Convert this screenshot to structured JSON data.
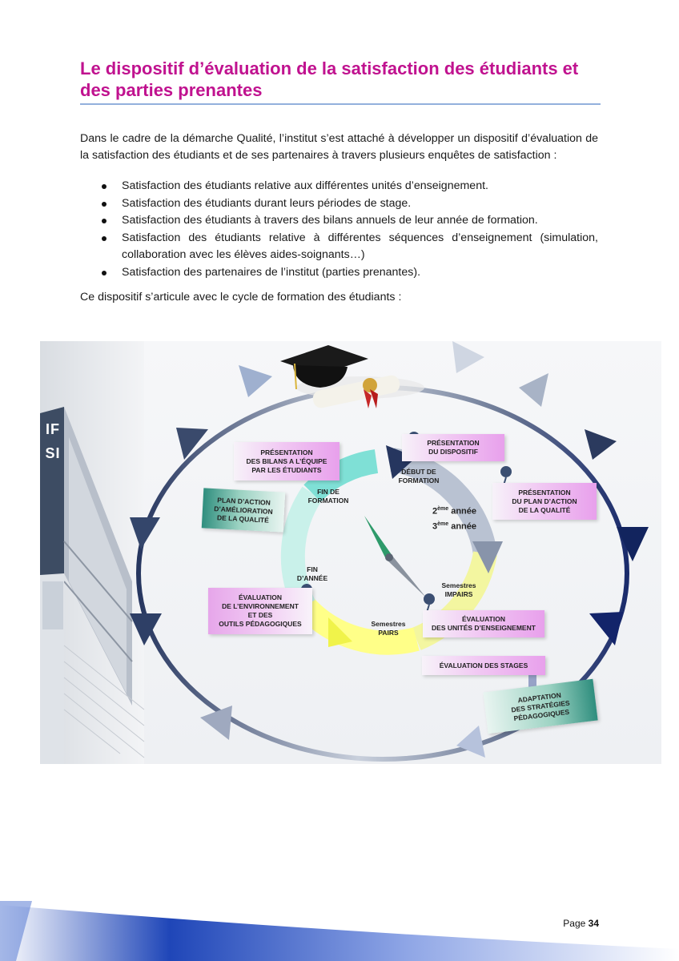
{
  "title": "Le dispositif d’évaluation de la satisfaction des étudiants et des parties prenantes",
  "intro": "Dans le cadre de la démarche Qualité, l’institut s’est attaché à développer un dispositif d’évaluation de la satisfaction des étudiants et de ses partenaires à travers plusieurs enquêtes de satisfaction :",
  "bullets": [
    "Satisfaction des étudiants relative aux différentes unités d’enseignement.",
    "Satisfaction des étudiants durant leurs périodes de stage.",
    "Satisfaction des étudiants à travers des bilans annuels de leur année de formation.",
    "Satisfaction des étudiants relative à différentes séquences d’enseignement (simulation, collaboration avec les élèves aides-soignants…)",
    "Satisfaction des partenaires de l’institut (parties prenantes)."
  ],
  "outro": "Ce dispositif s’articule avec le cycle de formation des étudiants :",
  "diagram": {
    "building_sign": "IFSI",
    "cards": {
      "presentation_bilans": [
        "PRÉSENTATION",
        "DES BILANS A L’ÉQUIPE",
        "PAR LES ÉTUDIANTS"
      ],
      "presentation_dispositif": [
        "PRÉSENTATION",
        "DU DISPOSITIF"
      ],
      "plan_action_amelioration": [
        "PLAN D’ACTION",
        "D’AMÉLIORATION",
        "DE LA QUALITÉ"
      ],
      "presentation_plan_action": [
        "PRÉSENTATION",
        "DU PLAN D’ACTION",
        "DE LA QUALITÉ"
      ],
      "evaluation_environnement": [
        "ÉVALUATION",
        "DE L’ENVIRONNEMENT",
        "ET DES",
        "OUTILS PÉDAGOGIQUES"
      ],
      "evaluation_ue": [
        "ÉVALUATION",
        "DES UNITÉS D’ENSEIGNEMENT"
      ],
      "evaluation_stages": [
        "ÉVALUATION DES STAGES"
      ],
      "adaptation": [
        "ADAPTATION",
        "DES STRATÉGIES",
        "PÉDAGOGIQUES"
      ]
    },
    "labels": {
      "debut_formation": [
        "DÉBUT DE",
        "FORMATION"
      ],
      "fin_formation": [
        "FIN DE",
        "FORMATION"
      ],
      "fin_annee": [
        "FIN",
        "D’ANNÉE"
      ],
      "annee2": "2",
      "annee2_sup": "ème",
      "annee2_word": " année",
      "annee3": "3",
      "annee3_sup": "ème",
      "annee3_word": " année",
      "semestres_impairs": [
        "Semestres",
        "IMPAIRS"
      ],
      "semestres_pairs": [
        "Semestres",
        "PAIRS"
      ]
    }
  },
  "footer": {
    "page_label": "Page",
    "page_number": "34"
  },
  "colors": {
    "title": "#c0128f",
    "rule": "#93b0dc",
    "card_pink": "#e8a0ec",
    "card_teal": "#2f8e7e",
    "arrow_navy": "#1d2f5c"
  }
}
